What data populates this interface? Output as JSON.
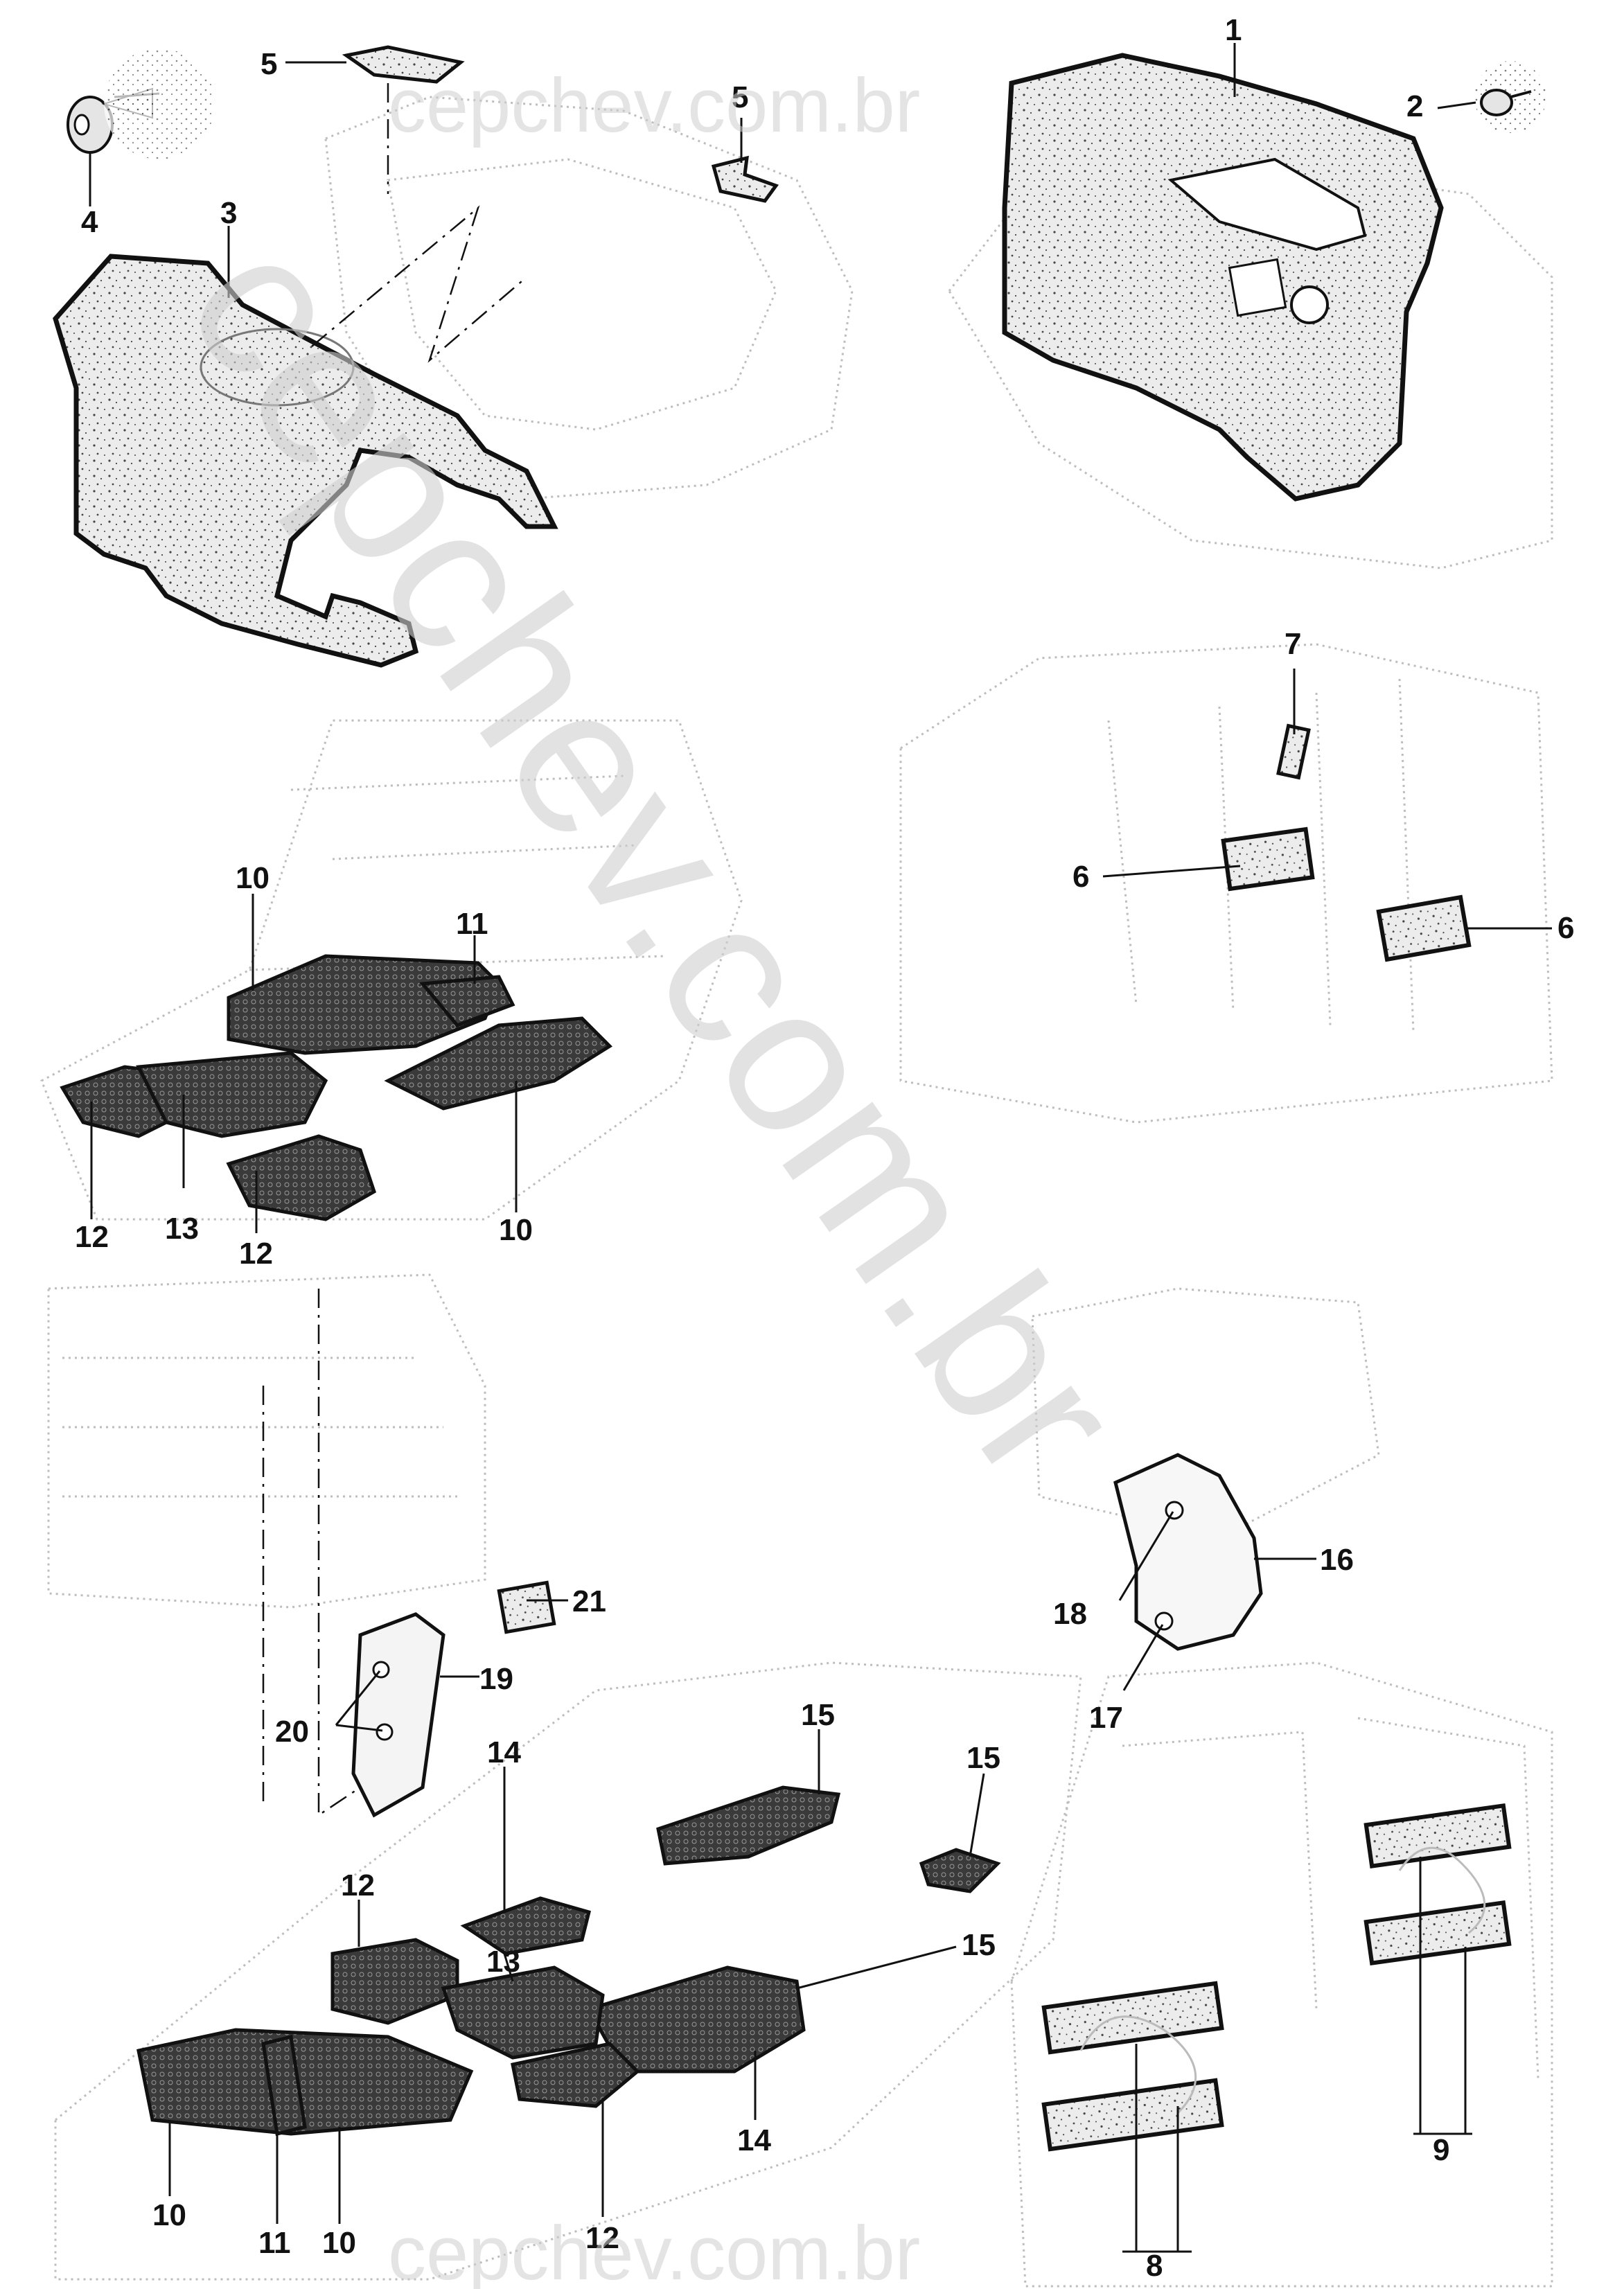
{
  "watermark": {
    "diagonal": "cepchev.com.br",
    "top": "cepchev.com.br",
    "bottom": "cepchev.com.br"
  },
  "colors": {
    "outline": "#111111",
    "foam_fill": "#ececec",
    "mat_fill": "#3a3a3a",
    "ghost_line": "#bdbdbd",
    "watermark": "#cfcfcf"
  },
  "callouts": {
    "c1": "1",
    "c2": "2",
    "c3": "3",
    "c4": "4",
    "c5a": "5",
    "c5b": "5",
    "c6a": "6",
    "c6b": "6",
    "c7": "7",
    "c8": "8",
    "c9": "9",
    "c10a": "10",
    "c10b": "10",
    "c10c": "10",
    "c10d": "10",
    "c11a": "11",
    "c11b": "11",
    "c12a": "12",
    "c12b": "12",
    "c12c": "12",
    "c12d": "12",
    "c13a": "13",
    "c13b": "13",
    "c14a": "14",
    "c14b": "14",
    "c15a": "15",
    "c15b": "15",
    "c15c": "15",
    "c16": "16",
    "c17": "17",
    "c18": "18",
    "c19": "19",
    "c20": "20",
    "c21": "21"
  }
}
